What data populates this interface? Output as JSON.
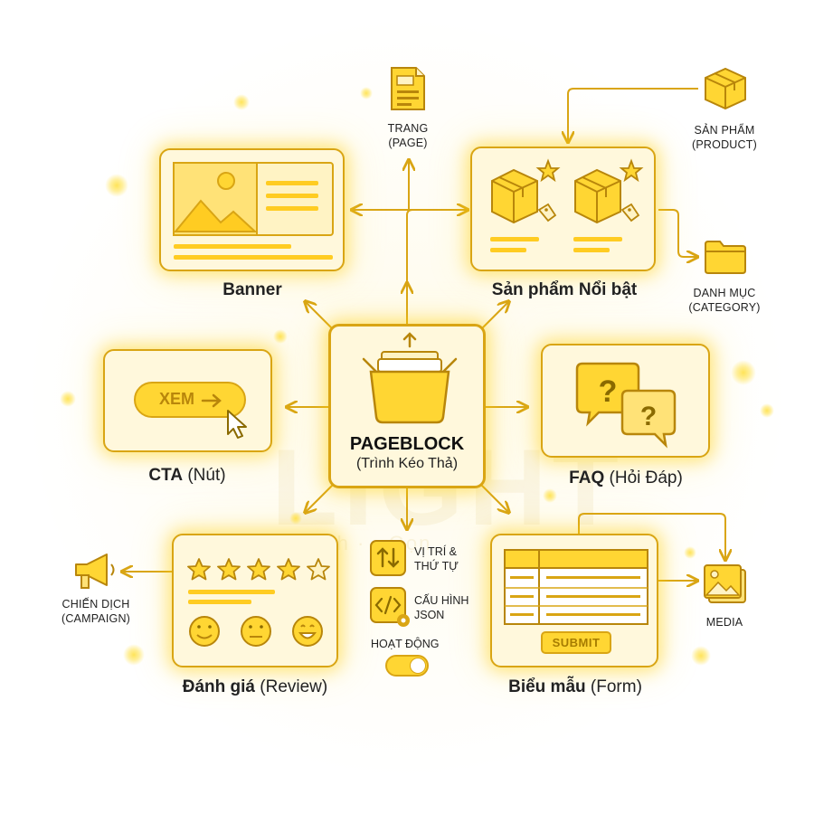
{
  "center": {
    "title": "PAGEBLOCK",
    "subtitle": "(Trình Kéo Thả)"
  },
  "blocks": {
    "banner": {
      "label": "Banner"
    },
    "featured": {
      "label": "Sản phẩm Nổi bật"
    },
    "cta": {
      "bold": "CTA",
      "rest": " (Nút)",
      "button": "XEM"
    },
    "faq": {
      "bold": "FAQ",
      "rest": " (Hỏi Đáp)"
    },
    "review": {
      "bold": "Đánh giá",
      "rest": " (Review)"
    },
    "form": {
      "bold": "Biểu mẫu",
      "rest": " (Form)",
      "submit": "SUBMIT"
    }
  },
  "nodes": {
    "page": {
      "line1": "TRANG",
      "line2": "(PAGE)"
    },
    "product": {
      "line1": "SẢN PHẨM",
      "line2": "(PRODUCT)"
    },
    "category": {
      "line1": "DANH MỤC",
      "line2": "(CATEGORY)"
    },
    "campaign": {
      "line1": "CHIẾN DỊCH",
      "line2": "(CAMPAIGN)"
    },
    "media": {
      "line1": "MEDIA"
    }
  },
  "props": {
    "position": {
      "line1": "VỊ TRÍ &",
      "line2": "THỨ TỰ"
    },
    "json": {
      "line1": "CẤU HÌNH",
      "line2": "JSON"
    },
    "active": {
      "label": "HOẠT ĐỘNG"
    }
  },
  "watermark": {
    "text": "LIGHT",
    "sub": "Nhanh · · Gọn"
  },
  "colors": {
    "accent": "#ffd633",
    "border": "#d9a514",
    "card": "#fff8dc",
    "wire": "#d9a514"
  }
}
